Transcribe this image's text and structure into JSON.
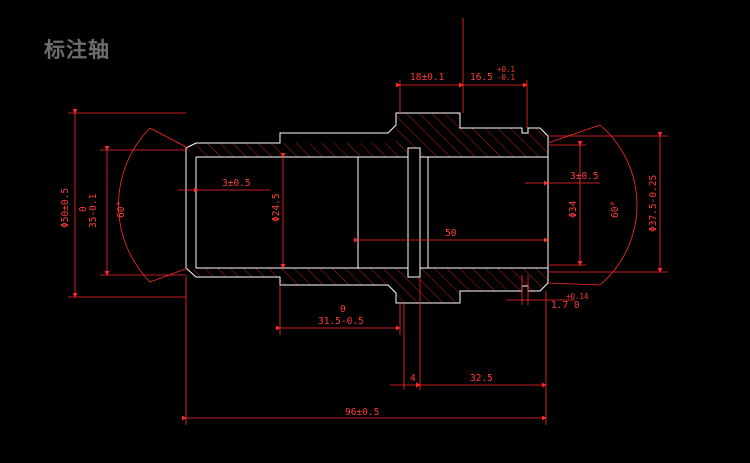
{
  "title": "标注轴",
  "dims": {
    "d18": "18±0.1",
    "d16_5": "16.5",
    "d16_5_up": "+0.1",
    "d16_5_low": "-0.1",
    "d3_left": "3±0.5",
    "d3_right": "3±0.5",
    "d50": "50",
    "d31_5_up": "0",
    "d31_5": "31.5-0.5",
    "d4": "4",
    "d32_5": "32.5",
    "d96": "96±0.5",
    "d1_7_up": "+0.14",
    "d1_7": "1.7 0",
    "dia50": "Φ50±0.5",
    "d35_up": "0",
    "d35": "35-0.1",
    "angle_left": "60°",
    "dia24_5": "Φ24.5",
    "dia34": "Φ34",
    "angle_right": "60°",
    "dia37_5": "Φ37.5-0.25"
  },
  "colors": {
    "background": "#000000",
    "outline": "#ffffff",
    "dimension": "#ff2a2a",
    "title": "#6e6e6e"
  }
}
